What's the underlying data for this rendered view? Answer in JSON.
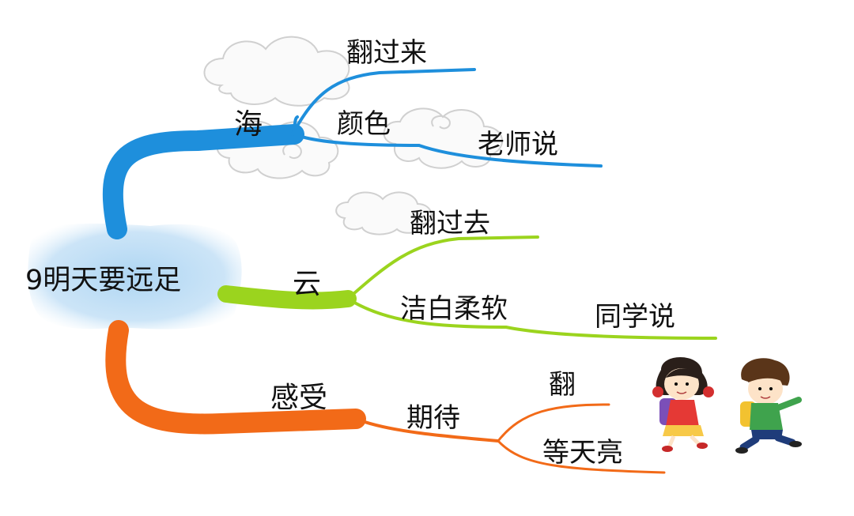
{
  "mindmap": {
    "root": "9明天要远足",
    "branches": [
      {
        "label": "海",
        "color": "#1e8fdc",
        "children": [
          {
            "label": "翻过来"
          },
          {
            "label": "颜色",
            "children": [
              {
                "label": "老师说"
              }
            ]
          }
        ]
      },
      {
        "label": "云",
        "color": "#9bd41e",
        "children": [
          {
            "label": "翻过去"
          },
          {
            "label": "洁白柔软",
            "children": [
              {
                "label": "同学说"
              }
            ]
          }
        ]
      },
      {
        "label": "感受",
        "color": "#f26a18",
        "children": [
          {
            "label": "期待",
            "children": [
              {
                "label": "翻"
              },
              {
                "label": "等天亮"
              }
            ]
          }
        ]
      }
    ]
  },
  "illustrations": [
    "cloud",
    "cloud",
    "cloud",
    "cloud",
    "girl-with-backpack",
    "boy-with-backpack"
  ]
}
